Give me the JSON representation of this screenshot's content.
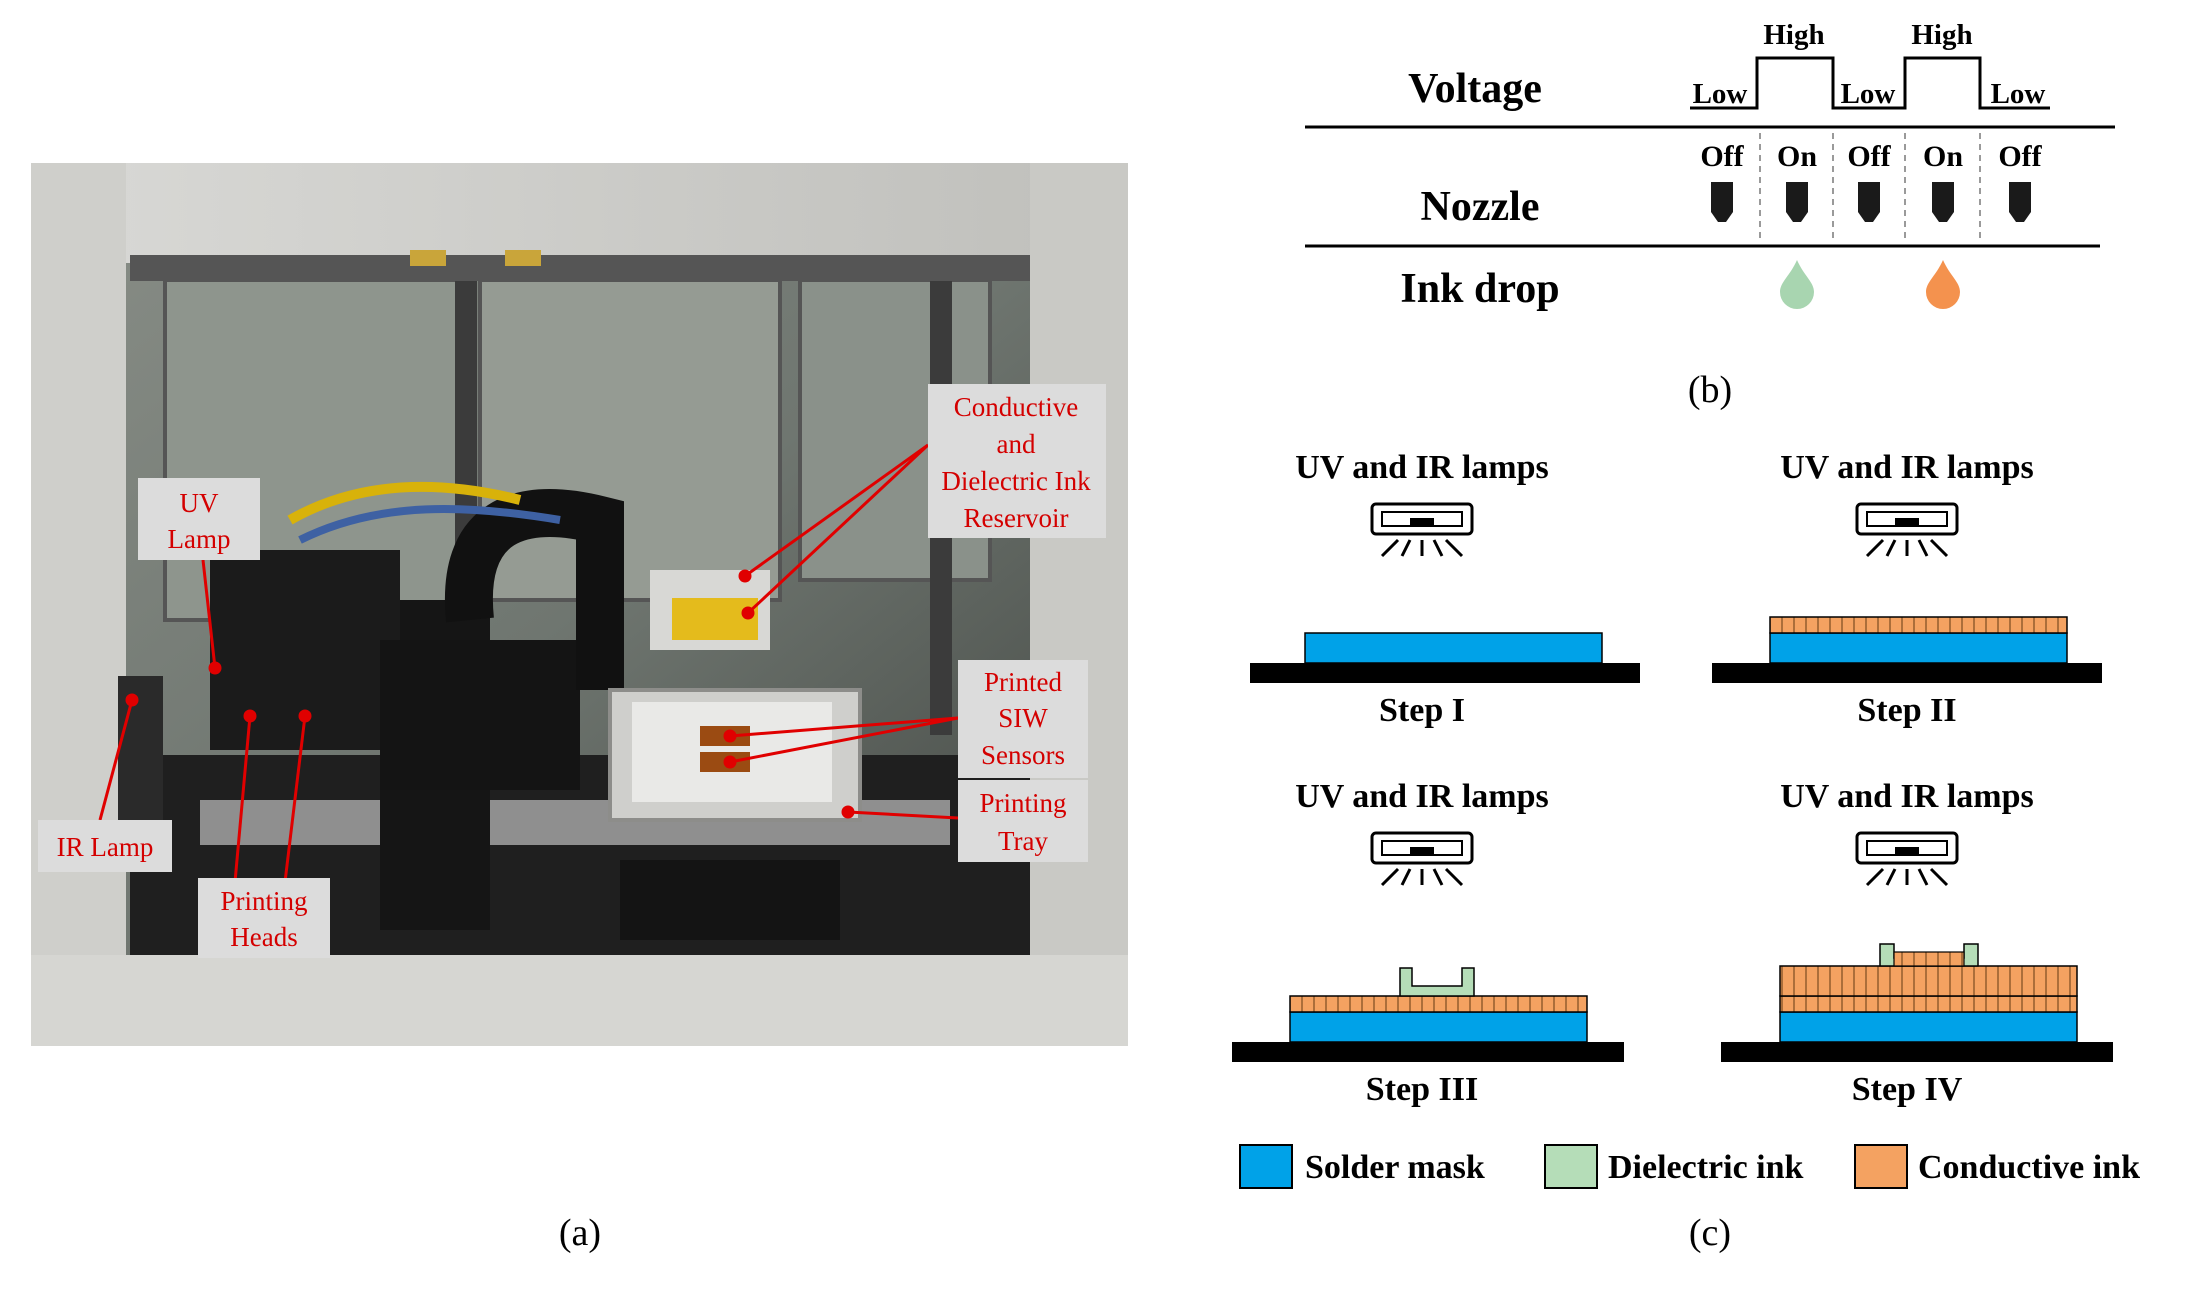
{
  "panel_a": {
    "caption": "(a)",
    "labels": {
      "uv_lamp": [
        "UV",
        "Lamp"
      ],
      "reservoir": [
        "Conductive",
        "and",
        "Dielectric Ink",
        "Reservoir"
      ],
      "siw": [
        "Printed",
        "SIW",
        "Sensors"
      ],
      "tray": [
        "Printing",
        "Tray"
      ],
      "ir_lamp": "IR Lamp",
      "heads": [
        "Printing",
        "Heads"
      ]
    }
  },
  "panel_b": {
    "caption": "(b)",
    "rows": {
      "voltage": "Voltage",
      "nozzle": "Nozzle",
      "ink_drop": "Ink drop"
    },
    "levels": [
      "Low",
      "High",
      "Low",
      "High",
      "Low"
    ],
    "states": [
      "Off",
      "On",
      "Off",
      "On",
      "Off"
    ],
    "drop_colors": [
      "#a8d5b0",
      "#f4924e"
    ]
  },
  "panel_c": {
    "caption": "(c)",
    "lamp_title": "UV and IR lamps",
    "steps": [
      "Step I",
      "Step II",
      "Step III",
      "Step IV"
    ],
    "legend": [
      {
        "label": "Solder mask",
        "color": "#00a2e8"
      },
      {
        "label": "Dielectric ink",
        "color": "#b5ddb8"
      },
      {
        "label": "Conductive ink",
        "color": "#f4a261"
      }
    ]
  }
}
